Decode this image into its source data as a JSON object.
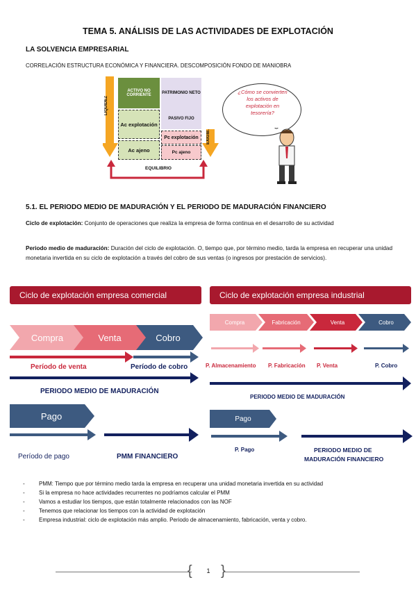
{
  "title": "TEMA 5. ANÁLISIS DE LAS ACTIVIDADES DE EXPLOTACIÓN",
  "section1": {
    "heading": "LA SOLVENCIA EMPRESARIAL",
    "subheading": "CORRELACIÓN ESTRUCTURA ECONÓMICA Y FINANCIERA. DESCOMPOSICIÓN FONDO DE MANIOBRA"
  },
  "balance": {
    "liquidez": "LIQUIDEZ",
    "exigib": "EXIGIB.",
    "activo_nc": "ACTIVO NO CORRIENTE",
    "ac_exp": "Ac explotación",
    "ac_aj": "Ac ajeno",
    "patrimonio": "PATRIMONIO NETO",
    "pasivo_fijo": "PASIVO FIJO",
    "pc_exp": "Pc explotación",
    "pc_aj": "Pc ajeno",
    "equilibrio": "EQUILIBRIO",
    "bubble": "¿Cómo se convierten los activos de explotación en tesorería?"
  },
  "section2": {
    "heading": "5.1. EL PERIODO MEDIO DE MADURACIÓN Y EL PERIODO DE MADURACIÓN FINANCIERO",
    "p1_term": "Ciclo de explotación:",
    "p1_text": " Conjunto de operaciones que realiza la empresa de forma continua en el desarrollo de su actividad",
    "p2_term": "Periodo medio de maduración:",
    "p2_text": " Duración del ciclo de explotación. O, tiempo que, por término medio, tarda la empresa en recuperar una unidad monetaria invertida en su ciclo de explotación a través del cobro de sus ventas (o ingresos por prestación de servicios)."
  },
  "commercial": {
    "banner": "Ciclo de explotación empresa comercial",
    "compra": "Compra",
    "venta": "Venta",
    "cobro": "Cobro",
    "periodo_venta": "Período de venta",
    "periodo_cobro": "Período de cobro",
    "pmm": "PERIODO MEDIO DE MADURACIÓN",
    "pago": "Pago",
    "periodo_pago": "Período de pago",
    "pmm_fin": "PMM FINANCIERO"
  },
  "industrial": {
    "banner": "Ciclo de explotación empresa industrial",
    "compra": "Compra",
    "fabricacion": "Fabricación",
    "venta": "Venta",
    "cobro": "Cobro",
    "p_alm": "P. Almacenamiento",
    "p_fab": "P. Fabricación",
    "p_venta": "P.  Venta",
    "p_cobro": "P. Cobro",
    "pmm": "PERIODO MEDIO DE MADURACIÓN",
    "pago": "Pago",
    "p_pago": "P. Pago",
    "pmm_fin_1": "PERIODO MEDIO DE",
    "pmm_fin_2": "MADURACIÓN FINANCIERO"
  },
  "bullets": [
    "PMM: Tiempo que por término medio tarda la empresa en recuperar una unidad monetaria invertida en su actividad",
    "Si la empresa no hace actividades recurrentes no podríamos calcular el PMM",
    "Vamos a estudiar los tiempos, que están totalmente relacionados con las NOF",
    "Tenemos que relacionar los tiempos con la actividad de explotación",
    "Empresa industrial: ciclo de explotación más amplio. Periodo de almacenamiento, fabricación, venta y cobro."
  ],
  "page_number": "1",
  "colors": {
    "banner_red": "#a8192e",
    "pink": "#f2a7ad",
    "mid_pink": "#e66b76",
    "red": "#c9283c",
    "blue": "#3d5a80",
    "navy": "#12205e",
    "green_dark": "#6b8f3e",
    "green_light": "#d6e3b8",
    "lavender": "#e3dcee",
    "orange": "#f5a623"
  }
}
